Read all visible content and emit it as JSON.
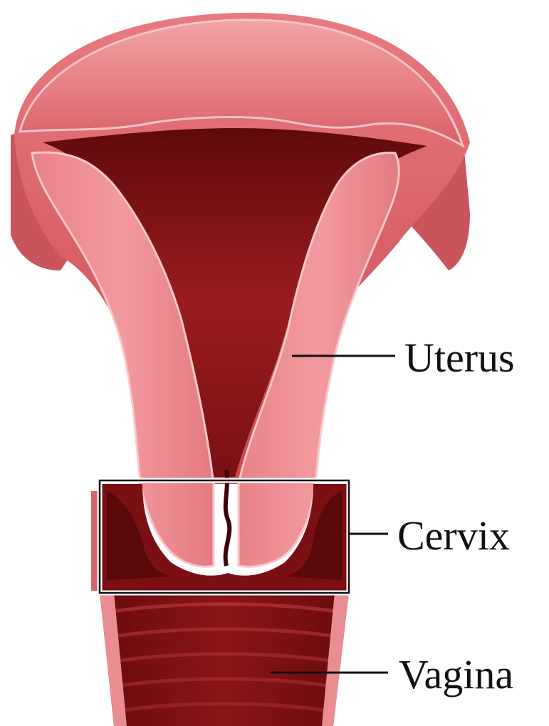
{
  "diagram": {
    "labels": [
      {
        "key": "uterus",
        "text": "Uterus"
      },
      {
        "key": "cervix",
        "text": "Cervix"
      },
      {
        "key": "vagina",
        "text": "Vagina"
      }
    ]
  },
  "colors": {
    "background": "#ffffff",
    "outer_tissue": "#d9636a",
    "inner_wall": "#ef8f95",
    "wall_highlight": "#f7b9bb",
    "cavity": "#8e1518",
    "cavity_dark": "#6a0b0e",
    "fundus_top": "#e97f83",
    "label_line": "#111111",
    "cervix_box": "#111111",
    "cervix_box_inner": "#ffffff"
  }
}
